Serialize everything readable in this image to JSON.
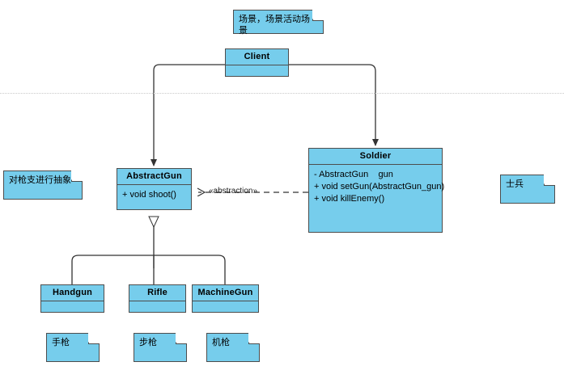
{
  "diagram": {
    "title": "Strategy pattern UML class diagram",
    "accent_fill": "#76CDEC",
    "stroke": "#4d4d4d",
    "background": "#ffffff",
    "gridline_color": "#c9c9c9"
  },
  "classes": [
    {
      "id": "client",
      "name": "Client",
      "members": []
    },
    {
      "id": "abstractgun",
      "name": "AbstractGun",
      "members": [
        "+ void shoot()"
      ]
    },
    {
      "id": "soldier",
      "name": "Soldier",
      "members": [
        "- AbstractGun    gun",
        "+ void setGun(AbstractGun_gun)",
        "",
        "+ void killEnemy()"
      ]
    },
    {
      "id": "handgun",
      "name": "Handgun",
      "members": []
    },
    {
      "id": "rifle",
      "name": "Rifle",
      "members": []
    },
    {
      "id": "machinegun",
      "name": "MachineGun",
      "members": []
    }
  ],
  "notes": [
    {
      "id": "note-client",
      "text": "场景，场景活动场景"
    },
    {
      "id": "note-abstractgun",
      "text": "对枪支进行抽象"
    },
    {
      "id": "note-soldier",
      "text": "士兵"
    },
    {
      "id": "note-handgun",
      "text": "手枪"
    },
    {
      "id": "note-rifle",
      "text": "步枪"
    },
    {
      "id": "note-machinegun",
      "text": "机枪"
    }
  ],
  "relations": [
    {
      "id": "abstraction",
      "label": "«abstraction»",
      "from": "soldier",
      "to": "abstractgun",
      "style": "dashed",
      "arrow": "open"
    },
    {
      "id": "client-abstractgun",
      "label": "",
      "from": "client",
      "to": "abstractgun",
      "style": "solid",
      "arrow": "filled"
    },
    {
      "id": "client-soldier",
      "label": "",
      "from": "client",
      "to": "soldier",
      "style": "solid",
      "arrow": "filled"
    },
    {
      "id": "handgun-extends",
      "label": "",
      "from": "handgun",
      "to": "abstractgun",
      "style": "solid",
      "arrow": "triangle"
    },
    {
      "id": "rifle-extends",
      "label": "",
      "from": "rifle",
      "to": "abstractgun",
      "style": "solid",
      "arrow": "triangle"
    },
    {
      "id": "machinegun-extends",
      "label": "",
      "from": "machinegun",
      "to": "abstractgun",
      "style": "solid",
      "arrow": "triangle"
    }
  ]
}
